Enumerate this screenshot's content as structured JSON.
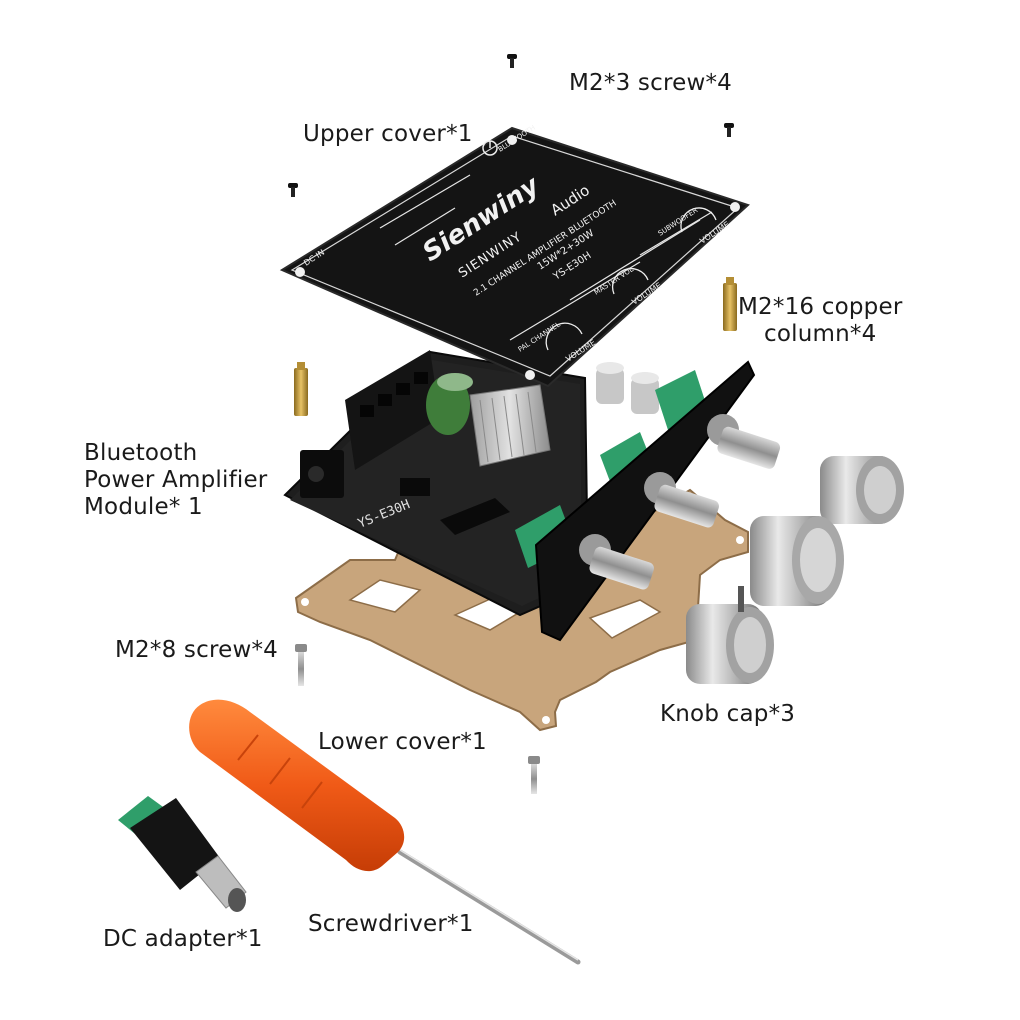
{
  "labels": {
    "m2x3_screw": "M2*3 screw*4",
    "upper_cover": "Upper cover*1",
    "copper_column": "M2*16 copper\ncolumn*4",
    "module": "Bluetooth\nPower Amplifier\nModule* 1",
    "m2x8_screw": "M2*8 screw*4",
    "knob_cap": "Knob cap*3",
    "lower_cover": "Lower cover*1",
    "dc_adapter": "DC adapter*1",
    "screwdriver": "Screwdriver*1"
  },
  "cover_print": {
    "brand_script": "Sienwiny",
    "brand_sub": "Audio",
    "brand_name": "SIENWINY",
    "line1": "2.1 CHANNEL AMPLIFIER BLUETOOTH",
    "line2": "15W*2+30W",
    "model": "YS-E30H",
    "dc_in": "DC IN",
    "btn_power": "BLUETOOTH",
    "subwoofer": "SUBWOOFER",
    "master_vol": "MASTER VOL",
    "pal_channel": "PAL CHANNEL",
    "volume": "VOLUME"
  },
  "board_marking": "YS-E30H",
  "colors": {
    "cover": "#141414",
    "acrylic": "#c9a77e",
    "pcb": "#1c1c1c",
    "knob": "#b9b9b9",
    "screwdriver_handle": "#f05a17",
    "terminal_green": "#2f9e6a",
    "capacitor_green": "#3f7d3a",
    "label_text": "#1a1a1a"
  }
}
